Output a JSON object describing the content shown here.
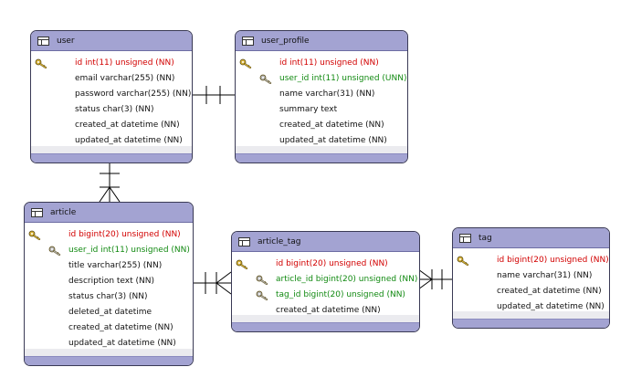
{
  "entities": {
    "user": {
      "name": "user",
      "columns": [
        {
          "text": "id int(11) unsigned (NN)",
          "kind": "pk",
          "icon": "primary-key-icon"
        },
        {
          "text": "email varchar(255) (NN)",
          "kind": "plain"
        },
        {
          "text": "password varchar(255) (NN)",
          "kind": "plain"
        },
        {
          "text": "status char(3) (NN)",
          "kind": "plain"
        },
        {
          "text": "created_at datetime (NN)",
          "kind": "plain"
        },
        {
          "text": "updated_at datetime (NN)",
          "kind": "plain"
        }
      ]
    },
    "user_profile": {
      "name": "user_profile",
      "columns": [
        {
          "text": "id int(11) unsigned (NN)",
          "kind": "pk",
          "icon": "primary-key-icon"
        },
        {
          "text": "user_id int(11) unsigned (UNN)",
          "kind": "fk",
          "icon": "foreign-key-icon"
        },
        {
          "text": "name varchar(31) (NN)",
          "kind": "plain"
        },
        {
          "text": "summary text",
          "kind": "plain"
        },
        {
          "text": "created_at datetime (NN)",
          "kind": "plain"
        },
        {
          "text": "updated_at datetime (NN)",
          "kind": "plain"
        }
      ]
    },
    "article": {
      "name": "article",
      "columns": [
        {
          "text": "id bigint(20) unsigned (NN)",
          "kind": "pk",
          "icon": "primary-key-icon"
        },
        {
          "text": "user_id int(11) unsigned (NN)",
          "kind": "fk",
          "icon": "foreign-key-icon"
        },
        {
          "text": "title varchar(255) (NN)",
          "kind": "plain"
        },
        {
          "text": "description text (NN)",
          "kind": "plain"
        },
        {
          "text": "status char(3) (NN)",
          "kind": "plain"
        },
        {
          "text": "deleted_at datetime",
          "kind": "plain"
        },
        {
          "text": "created_at datetime (NN)",
          "kind": "plain"
        },
        {
          "text": "updated_at datetime (NN)",
          "kind": "plain"
        }
      ]
    },
    "article_tag": {
      "name": "article_tag",
      "columns": [
        {
          "text": "id bigint(20) unsigned (NN)",
          "kind": "pk",
          "icon": "primary-key-icon"
        },
        {
          "text": "article_id bigint(20) unsigned (NN)",
          "kind": "fk",
          "icon": "foreign-key-icon"
        },
        {
          "text": "tag_id bigint(20) unsigned (NN)",
          "kind": "fk",
          "icon": "foreign-key-icon"
        },
        {
          "text": "created_at datetime (NN)",
          "kind": "plain"
        }
      ]
    },
    "tag": {
      "name": "tag",
      "columns": [
        {
          "text": "id bigint(20) unsigned (NN)",
          "kind": "pk",
          "icon": "primary-key-icon"
        },
        {
          "text": "name varchar(31) (NN)",
          "kind": "plain"
        },
        {
          "text": "created_at datetime (NN)",
          "kind": "plain"
        },
        {
          "text": "updated_at datetime (NN)",
          "kind": "plain"
        }
      ]
    }
  },
  "relationships": [
    {
      "from": "user",
      "to": "user_profile",
      "notation": "one-to-one"
    },
    {
      "from": "user",
      "to": "article",
      "notation": "one-to-many"
    },
    {
      "from": "article",
      "to": "article_tag",
      "notation": "one-to-many"
    },
    {
      "from": "tag",
      "to": "article_tag",
      "notation": "one-to-many"
    }
  ],
  "colors": {
    "header": "#a3a3d2",
    "primary_key_text": "#d20000",
    "foreign_key_text": "#128a12",
    "primary_key_icon": "#c9a227",
    "foreign_key_icon": "#9a9a9a",
    "line": "#000000"
  }
}
